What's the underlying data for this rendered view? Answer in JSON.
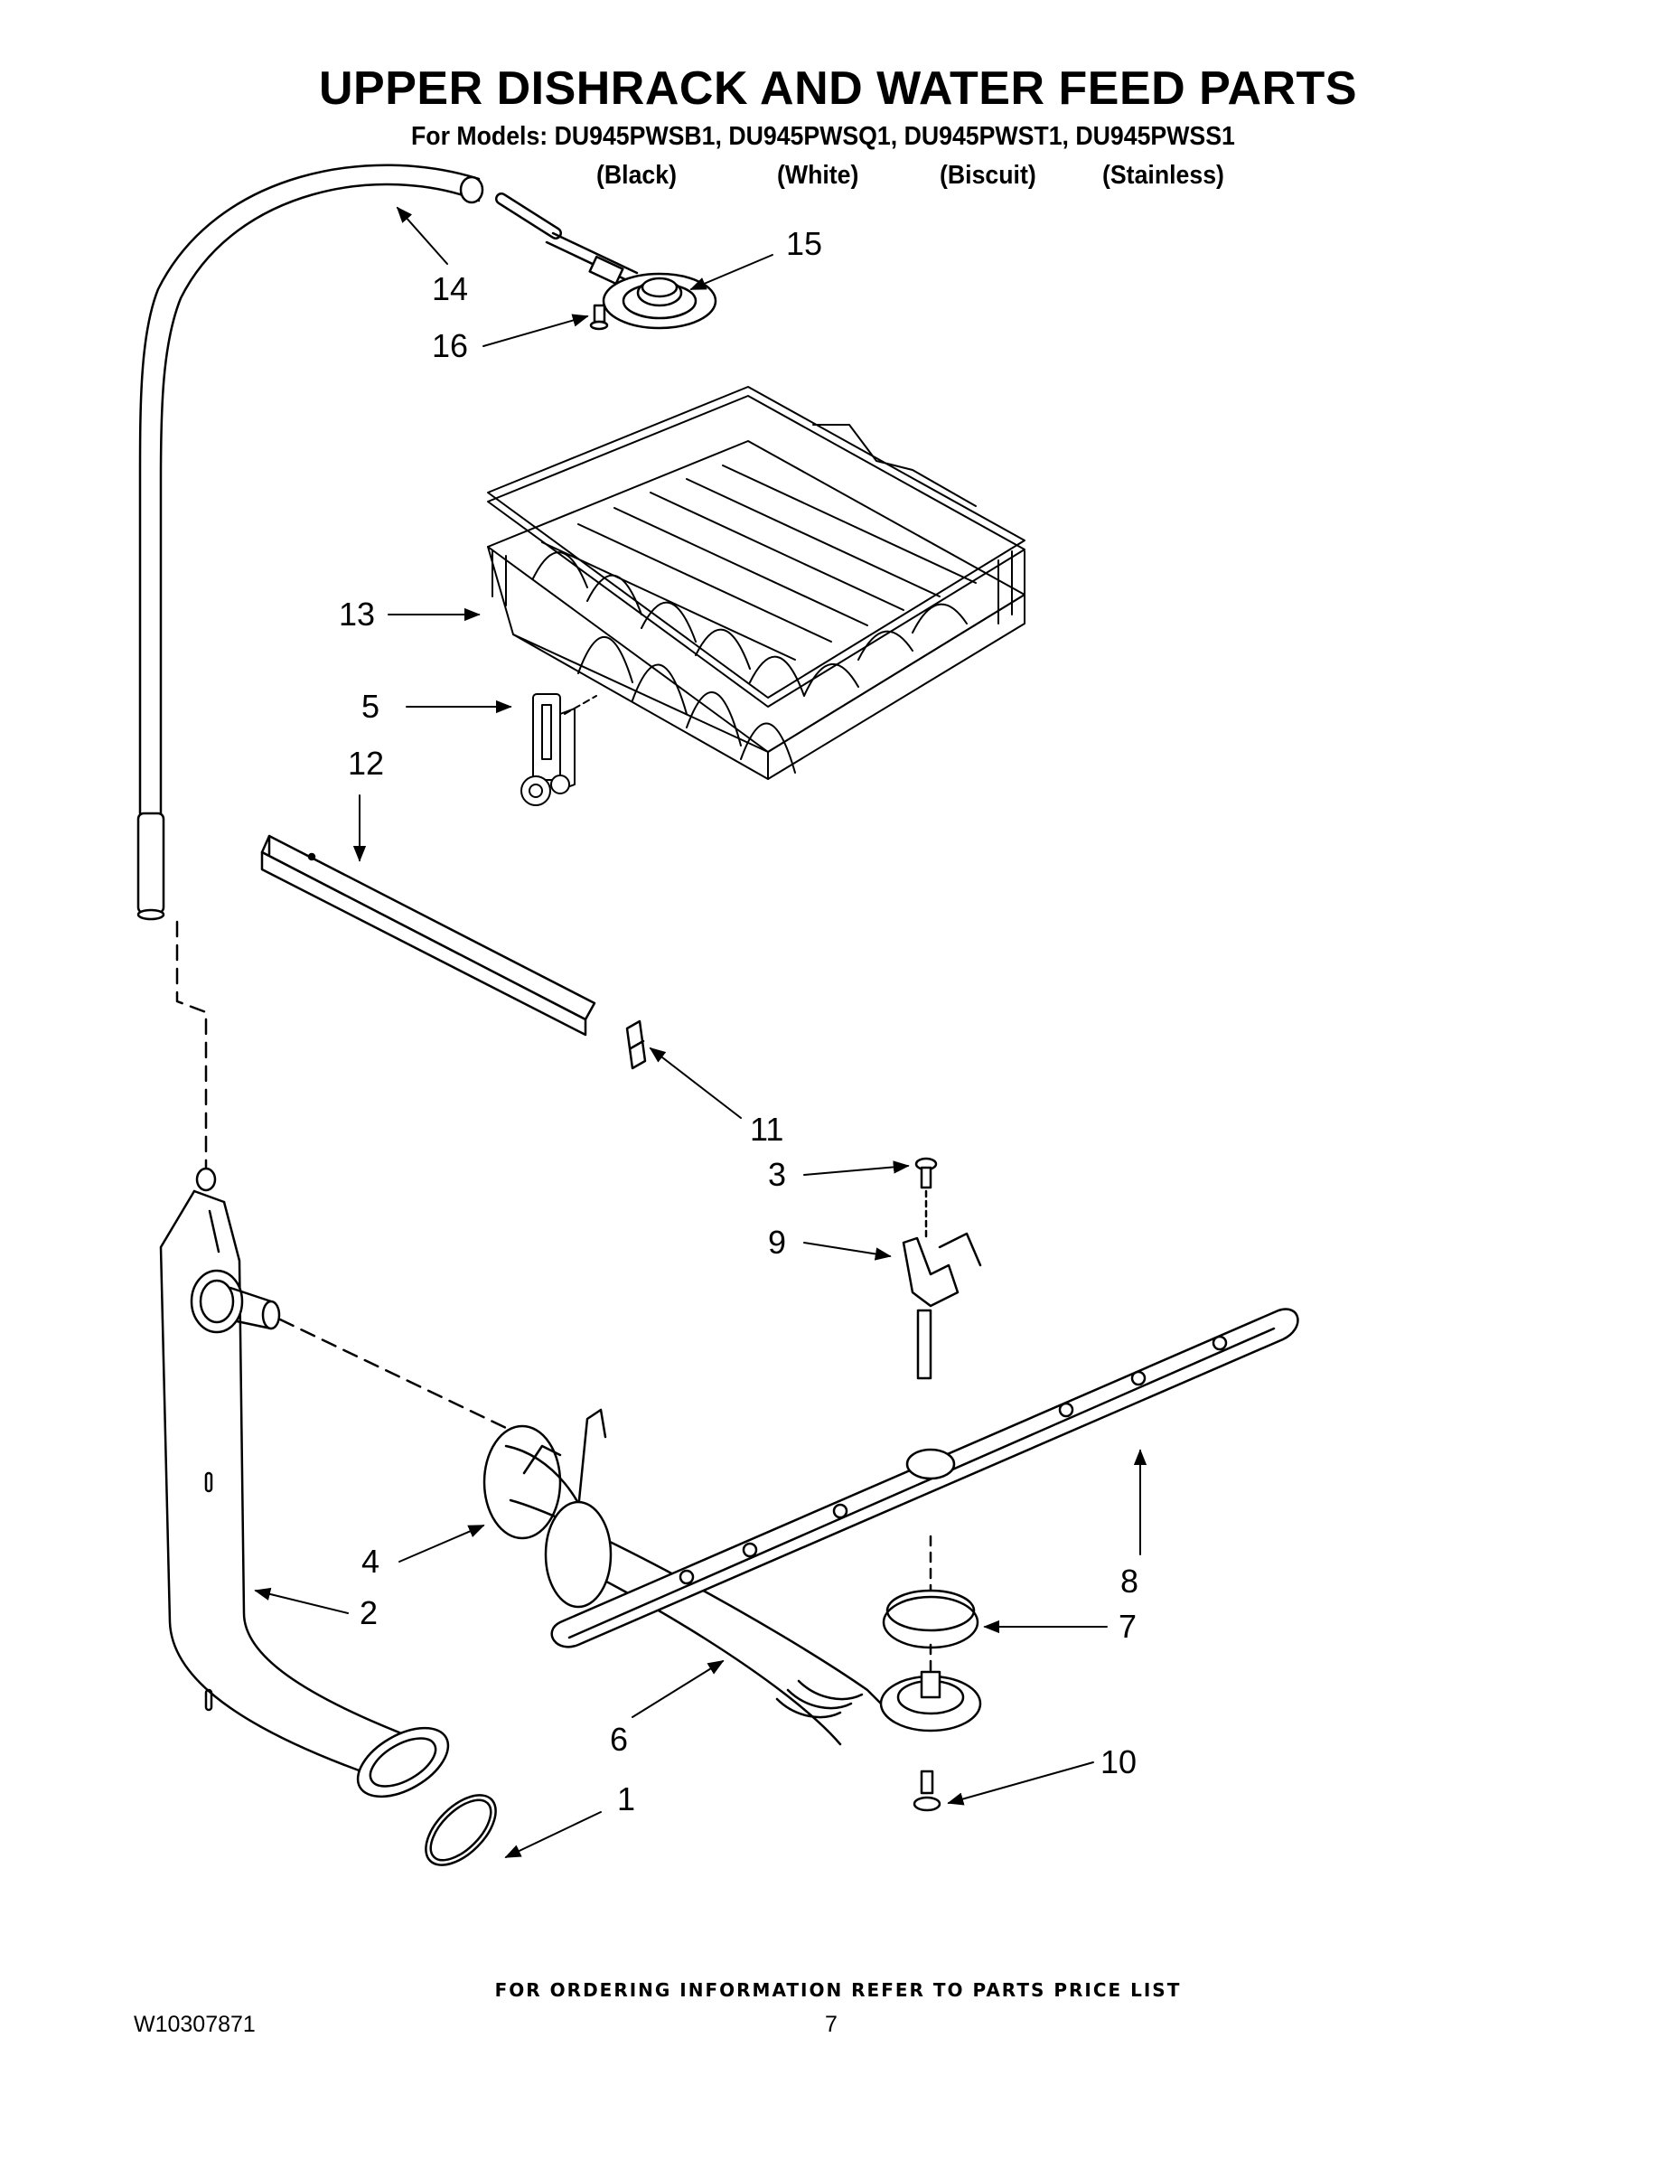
{
  "title": "UPPER DISHRACK AND WATER FEED PARTS",
  "models_line": "For Models: DU945PWSB1, DU945PWSQ1, DU945PWST1, DU945PWSS1",
  "colors": [
    "(Black)",
    "(White)",
    "(Biscuit)",
    "(Stainless)"
  ],
  "callouts": [
    "1",
    "2",
    "3",
    "4",
    "5",
    "6",
    "7",
    "8",
    "9",
    "10",
    "11",
    "12",
    "13",
    "14",
    "15",
    "16"
  ],
  "footer_note": "FOR ORDERING INFORMATION REFER TO PARTS PRICE LIST",
  "doc_number": "W10307871",
  "page_number": "7"
}
